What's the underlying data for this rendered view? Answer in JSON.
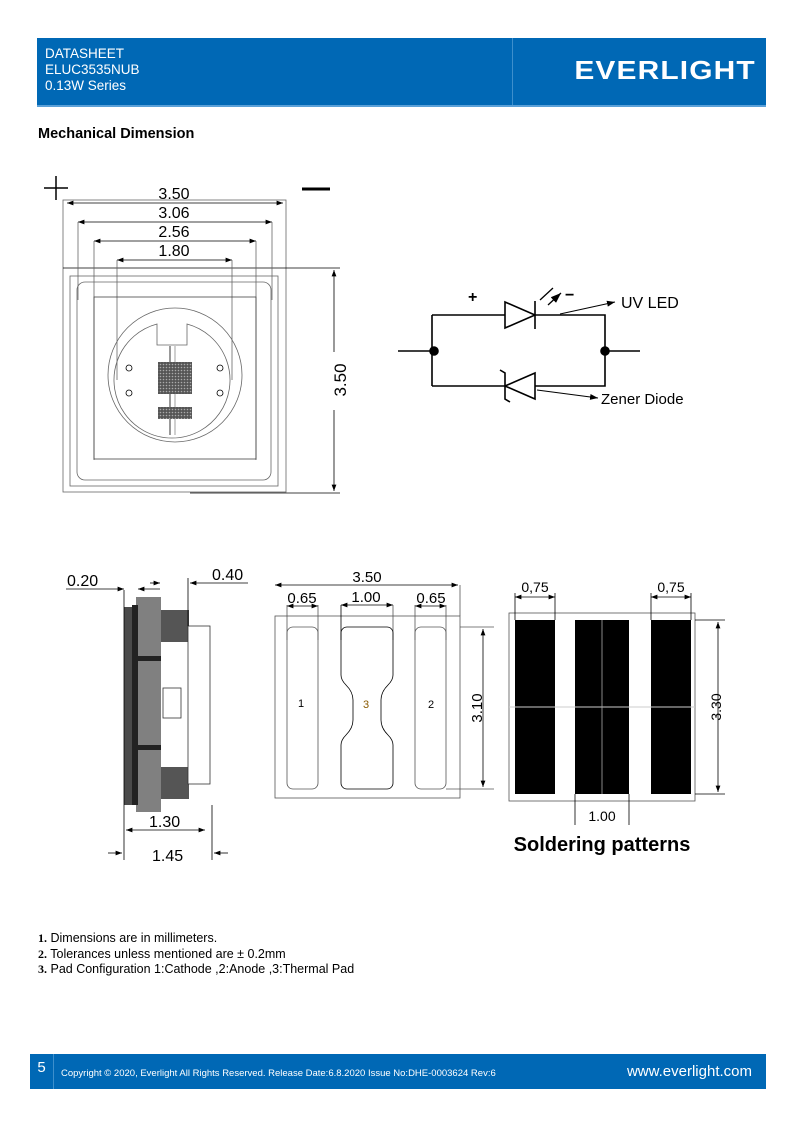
{
  "header": {
    "doc_type": "DATASHEET",
    "part_number": "ELUC3535NUB",
    "series": "0.13W Series",
    "logo": "EVERLIGHT"
  },
  "section_title": "Mechanical Dimension",
  "top_view": {
    "plus": "+",
    "minus": "—",
    "dims": [
      "3.50",
      "3.06",
      "2.56",
      "1.80"
    ],
    "height": "3.50"
  },
  "circuit": {
    "plus": "+",
    "minus": "−",
    "uv_led_label": "UV LED",
    "zener_label": "Zener Diode"
  },
  "side_view": {
    "dim_left": "0.20",
    "dim_right": "0.40",
    "dim_inner": "1.30",
    "dim_outer": "1.45"
  },
  "bottom_view": {
    "width": "3.50",
    "pad_left": "0.65",
    "pad_center": "1.00",
    "pad_right": "0.65",
    "height": "3.10",
    "pad_labels": [
      "1",
      "3",
      "2"
    ]
  },
  "solder_pattern": {
    "left": "0,75",
    "right": "0,75",
    "center": "1.00",
    "height": "3.30",
    "title": "Soldering patterns"
  },
  "notes": [
    {
      "num": "1.",
      "text": "Dimensions are in millimeters."
    },
    {
      "num": "2.",
      "text": "Tolerances unless mentioned are ± 0.2mm"
    },
    {
      "num": "3.",
      "text": "Pad Configuration 1:Cathode ,2:Anode ,3:Thermal Pad"
    }
  ],
  "footer": {
    "page": "5",
    "copyright": "Copyright © 2020, Everlight All Rights Reserved. Release Date:6.8.2020 Issue No:DHE-0003624 Rev:6",
    "url": "www.everlight.com"
  }
}
